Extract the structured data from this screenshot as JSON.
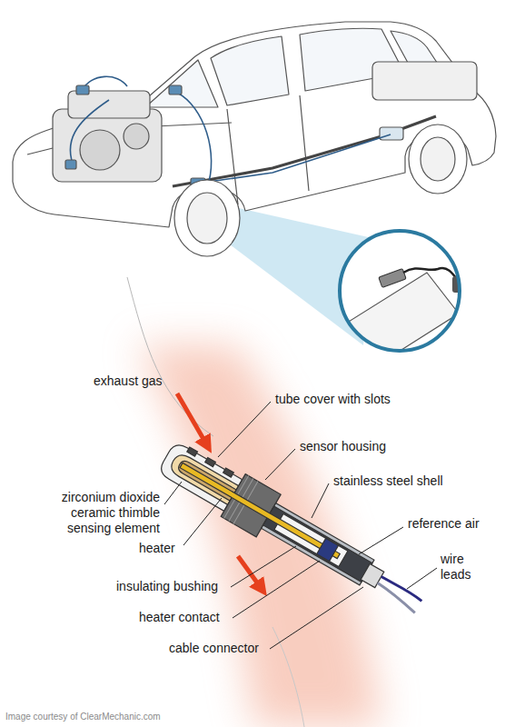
{
  "diagram": {
    "labels": [
      "exhaust gas",
      "tube cover with slots",
      "sensor housing",
      "zirconium dioxide ceramic thimble sensing element",
      "stainless steel shell",
      "reference air",
      "heater",
      "wire leads",
      "insulating bushing",
      "heater contact",
      "cable connector",
      "Image courtesy of ClearMechanic.com"
    ]
  }
}
